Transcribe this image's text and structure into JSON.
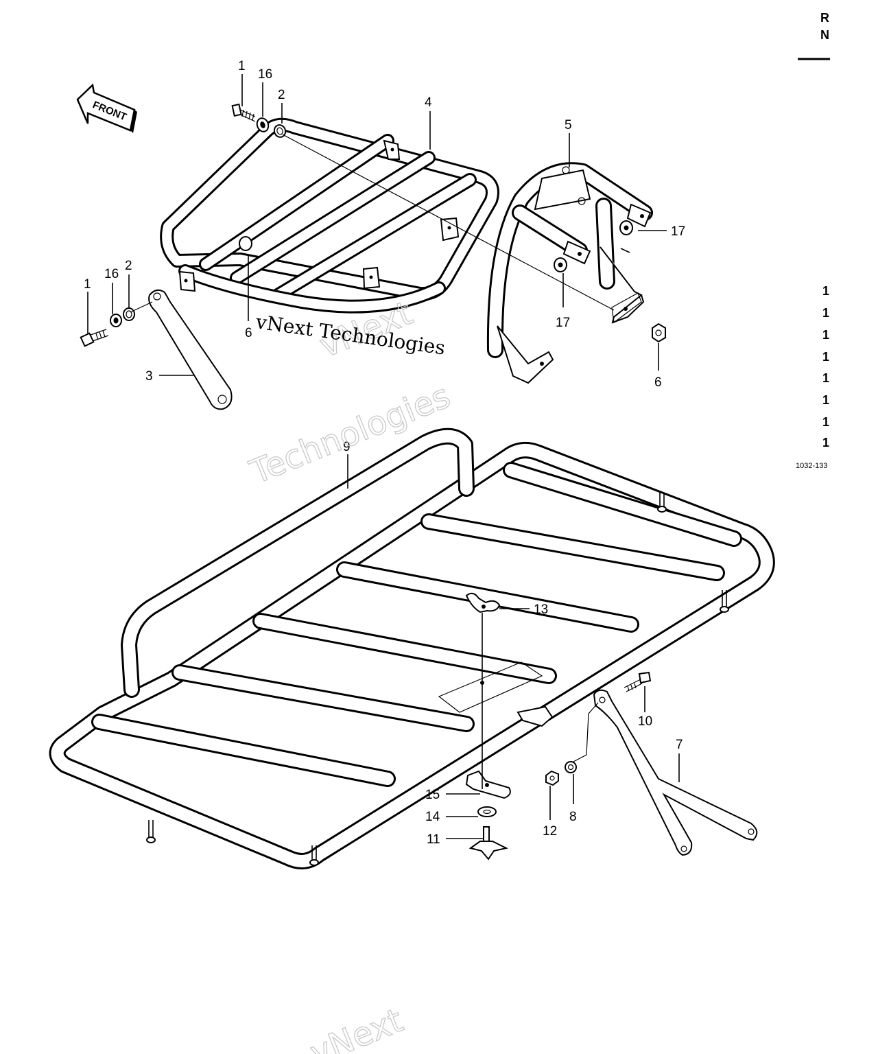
{
  "diagram": {
    "direction_label": "FRONT",
    "edge_heading_chars": [
      "R",
      "N"
    ],
    "edge_index_items": [
      "1",
      "1",
      "1",
      "1",
      "1",
      "1",
      "1",
      "1"
    ],
    "edge_figure_code": "1032-133",
    "callouts": {
      "c1a": "1",
      "c16a": "16",
      "c2a": "2",
      "c4": "4",
      "c5": "5",
      "c17a": "17",
      "c1b": "1",
      "c16b": "16",
      "c2b": "2",
      "c6a": "6",
      "c17b": "17",
      "c3": "3",
      "c6b": "6",
      "c9": "9",
      "c13": "13",
      "c10": "10",
      "c7": "7",
      "c15": "15",
      "c14": "14",
      "c11": "11",
      "c12": "12",
      "c8": "8"
    },
    "watermark": {
      "line1": "vNext Technologies",
      "outline_top": "vNext",
      "outline_bottom": "Technologies",
      "outline_footer": "vNext"
    },
    "colors": {
      "ink": "#000000",
      "paper": "#ffffff",
      "watermark": "#c9c9c9"
    }
  }
}
